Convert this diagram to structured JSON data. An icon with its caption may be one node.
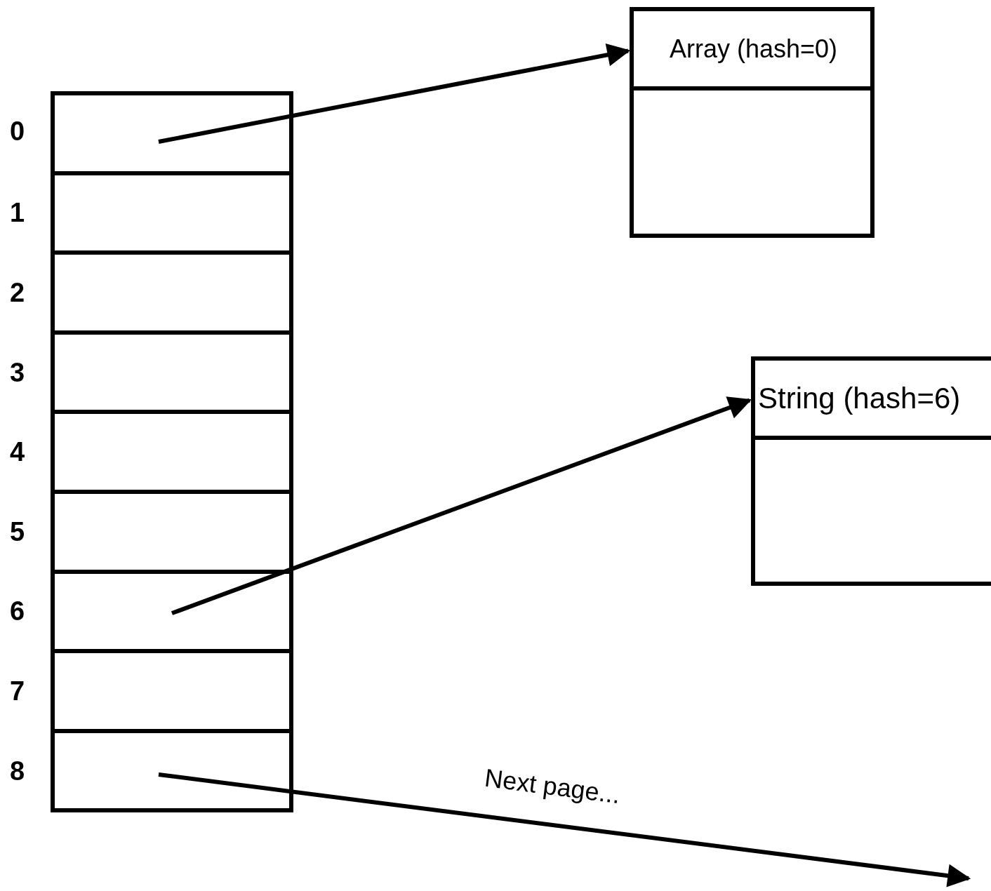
{
  "diagram": {
    "nodes": [
      {
        "text": [],
        "shape": "box",
        "beside": [
          "0"
        ]
      },
      {
        "text": [],
        "shape": "box",
        "beside": [
          "1"
        ]
      },
      {
        "text": [],
        "shape": "box",
        "beside": [
          "2"
        ]
      },
      {
        "text": [],
        "shape": "box",
        "beside": [
          "3"
        ]
      },
      {
        "text": [],
        "shape": "box",
        "beside": [
          "4"
        ]
      },
      {
        "text": [],
        "shape": "box",
        "beside": [
          "5"
        ]
      },
      {
        "text": [],
        "shape": "box",
        "beside": [
          "6"
        ]
      },
      {
        "text": [],
        "shape": "box",
        "beside": [
          "7"
        ]
      },
      {
        "text": [],
        "shape": "box",
        "beside": [
          "8"
        ]
      },
      {
        "text": [
          "Array (hash=0)"
        ]
      },
      {
        "text": [
          "String (hash=6)"
        ]
      }
    ],
    "edges": [
      {
        "from": 0,
        "to": 9,
        "arrow": "to"
      },
      {
        "from": 6,
        "to": 10,
        "arrow": "to"
      },
      {
        "from": 8,
        "to": null,
        "arrow": "to",
        "label": "Next page..."
      }
    ]
  }
}
